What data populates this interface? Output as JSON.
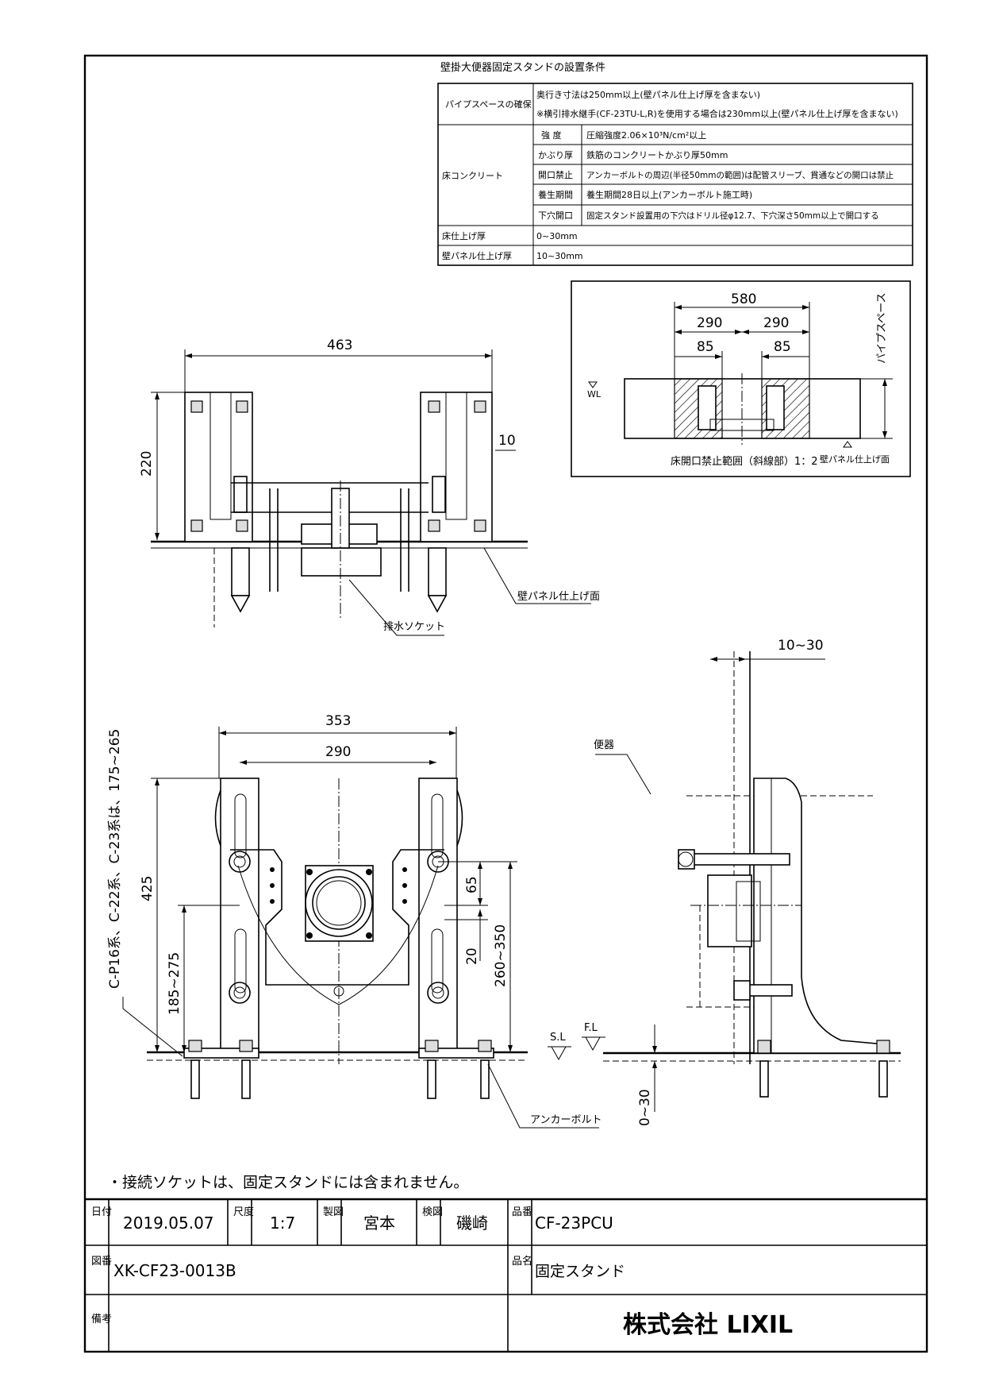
{
  "conditions": {
    "title": "壁掛大便器固定スタンドの設置条件",
    "rows": [
      {
        "label": "パイプスペースの確保",
        "sub": "",
        "value": "奥行き寸法は250mm以上(壁パネル仕上げ厚を含まない)",
        "value2": "※横引排水継手(CF-23TU-L,R)を使用する場合は230mm以上(壁パネル仕上げ厚を含まない)"
      },
      {
        "label": "床コンクリート",
        "sub": "強 度",
        "value": "圧縮強度2.06×10³N/cm²以上",
        "value2": ""
      },
      {
        "label": "",
        "sub": "かぶり厚",
        "value": "鉄筋のコンクリートかぶり厚50mm",
        "value2": ""
      },
      {
        "label": "",
        "sub": "開口禁止",
        "value": "アンカーボルトの周辺(半径50mmの範囲)は配管スリーブ、貫通などの開口は禁止",
        "value2": ""
      },
      {
        "label": "",
        "sub": "養生期間",
        "value": "養生期間28日以上(アンカーボルト施工時)",
        "value2": ""
      },
      {
        "label": "",
        "sub": "下穴開口",
        "value": "固定スタンド設置用の下穴はドリル径φ12.7、下穴深さ50mm以上で開口する",
        "value2": ""
      },
      {
        "label": "床仕上げ厚",
        "sub": "",
        "value": "0~30mm",
        "value2": ""
      },
      {
        "label": "壁パネル仕上げ厚",
        "sub": "",
        "value": "10~30mm",
        "value2": ""
      }
    ]
  },
  "floor_detail": {
    "dim_580": "580",
    "dim_290_left": "290",
    "dim_290_right": "290",
    "dim_85_left": "85",
    "dim_85_right": "85",
    "pipe_space": "パイプスペース",
    "wl": "WL",
    "caption": "床開口禁止範囲（斜線部）1：2",
    "wall_finish": "壁パネル仕上げ面"
  },
  "top_view": {
    "dim_463": "463",
    "dim_220": "220",
    "dim_10": "10",
    "wall_panel_label": "壁パネル仕上げ面",
    "drain_socket_label": "排水ソケット"
  },
  "front_view": {
    "dim_353": "353",
    "dim_290": "290",
    "dim_425": "425",
    "dim_185_275": "185~275",
    "dim_side_text": "C-P16系、C-22系、C-23系は、175~265",
    "dim_65": "65",
    "dim_20": "20",
    "dim_260_350": "260~350",
    "anchor_label": "アンカーボルト",
    "sl": "S.L",
    "fl": "F.L"
  },
  "side_view": {
    "dim_10_30": "10~30",
    "toilet_label": "便器",
    "dim_0_30": "0~30"
  },
  "note": "・接続ソケットは、固定スタンドには含まれません。",
  "title_block": {
    "date_label": "日付",
    "date": "2019.05.07",
    "scale_label": "尺度",
    "scale": "1:7",
    "drawn_label": "製図",
    "drawn_by": "宮本",
    "check_label": "検図",
    "checked_by": "磯崎",
    "part_no_label": "品番",
    "part_no": "CF-23PCU",
    "drawing_no_label": "図番",
    "drawing_no": "XK-CF23-0013B",
    "part_name_label": "品名",
    "part_name": "固定スタンド",
    "remarks_label": "備考",
    "company": "株式会社 LIXIL"
  }
}
